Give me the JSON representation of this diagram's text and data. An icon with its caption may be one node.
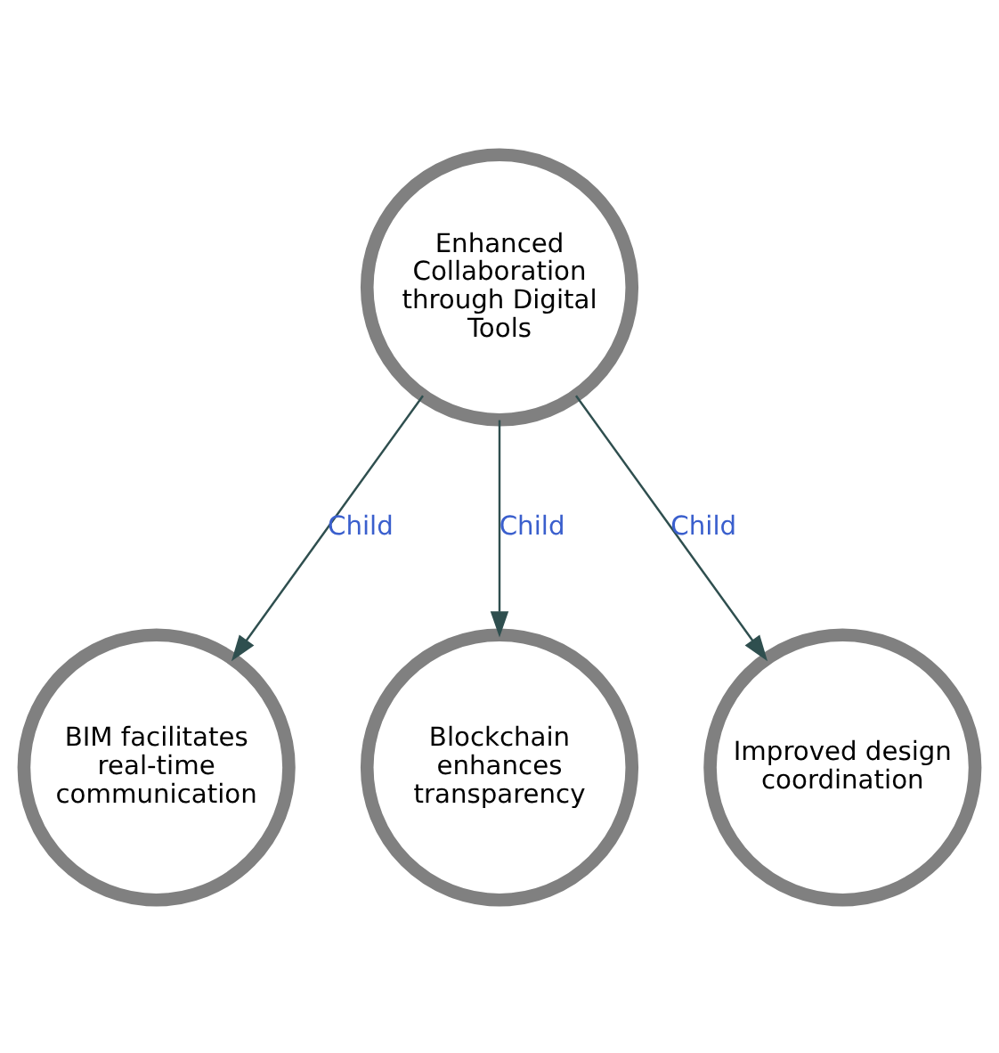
{
  "diagram": {
    "nodes": [
      {
        "text": [
          "Enhanced Collaboration through Digital Tools"
        ]
      },
      {
        "text": [
          "BIM facilitates real-time communication"
        ]
      },
      {
        "text": [
          "Blockchain enhances transparency"
        ]
      },
      {
        "text": [
          "Improved design coordination"
        ]
      }
    ],
    "edges": [
      {
        "from": 0,
        "to": 1,
        "arrow": "to",
        "label": "Child"
      },
      {
        "from": 0,
        "to": 2,
        "arrow": "to",
        "label": "Child"
      },
      {
        "from": 0,
        "to": 3,
        "arrow": "to",
        "label": "Child"
      }
    ]
  }
}
